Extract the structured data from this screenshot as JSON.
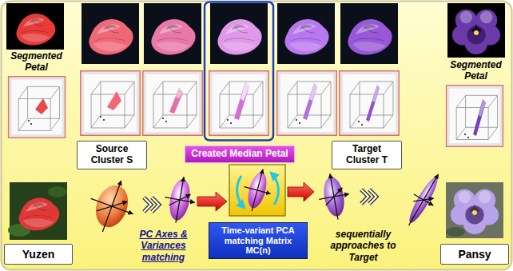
{
  "diagram": {
    "nodes": [
      {
        "text": [
          "Source Cluster S"
        ]
      },
      {
        "text": [
          "Created Median Petal"
        ]
      },
      {
        "text": [
          "Target Cluster T"
        ]
      },
      {
        "text": [
          "Yuzen"
        ]
      },
      {
        "text": [
          "Time-variant PCA matching Matrix MC(n)"
        ]
      },
      {
        "text": [
          "Pansy"
        ]
      }
    ],
    "labels": [
      "Segmented Petal",
      "Segmented Petal",
      "PC Axes & Variances matching",
      "sequentially approaches to Target"
    ]
  }
}
